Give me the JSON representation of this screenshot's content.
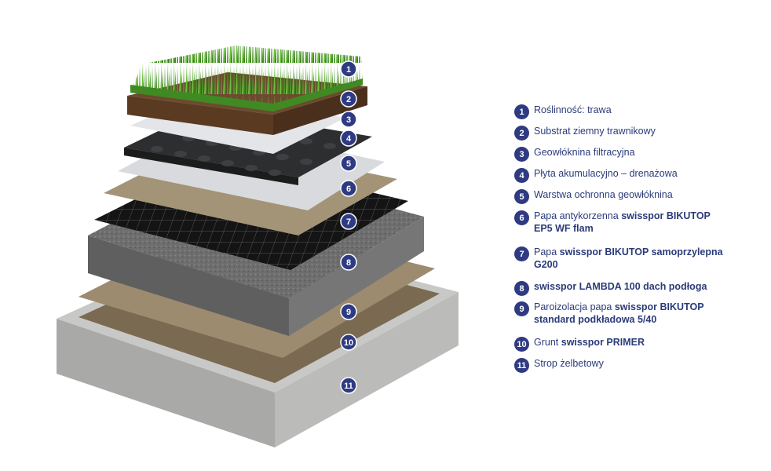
{
  "colors": {
    "badge": "#2e3a82",
    "text": "#2b3b7a"
  },
  "callouts": [
    "1",
    "2",
    "3",
    "4",
    "5",
    "6",
    "7",
    "8",
    "9",
    "10",
    "11"
  ],
  "legend": [
    {
      "num": "1",
      "text": "Roślinność: trawa",
      "bold": ""
    },
    {
      "num": "2",
      "text": "Substrat ziemny trawnikowy",
      "bold": ""
    },
    {
      "num": "3",
      "text": "Geowłóknina filtracyjna",
      "bold": ""
    },
    {
      "num": "4",
      "text": "Płyta akumulacyjno – drenażowa",
      "bold": ""
    },
    {
      "num": "5",
      "text": "Warstwa ochronna geowłóknina",
      "bold": ""
    },
    {
      "num": "6",
      "text": "Papa antykorzenna ",
      "bold": "swisspor BIKUTOP EP5 WF flam"
    },
    {
      "num": "7",
      "text": "Papa ",
      "bold": "swisspor BIKUTOP samoprzylepna G200"
    },
    {
      "num": "8",
      "text": "",
      "bold": "swisspor LAMBDA 100 dach podłoga"
    },
    {
      "num": "9",
      "text": "Paroizolacja papa ",
      "bold": "swisspor BIKUTOP standard podkładowa 5/40"
    },
    {
      "num": "10",
      "text": "Grunt ",
      "bold": "swisspor PRIMER"
    },
    {
      "num": "11",
      "text": "Strop żelbetowy",
      "bold": ""
    }
  ]
}
